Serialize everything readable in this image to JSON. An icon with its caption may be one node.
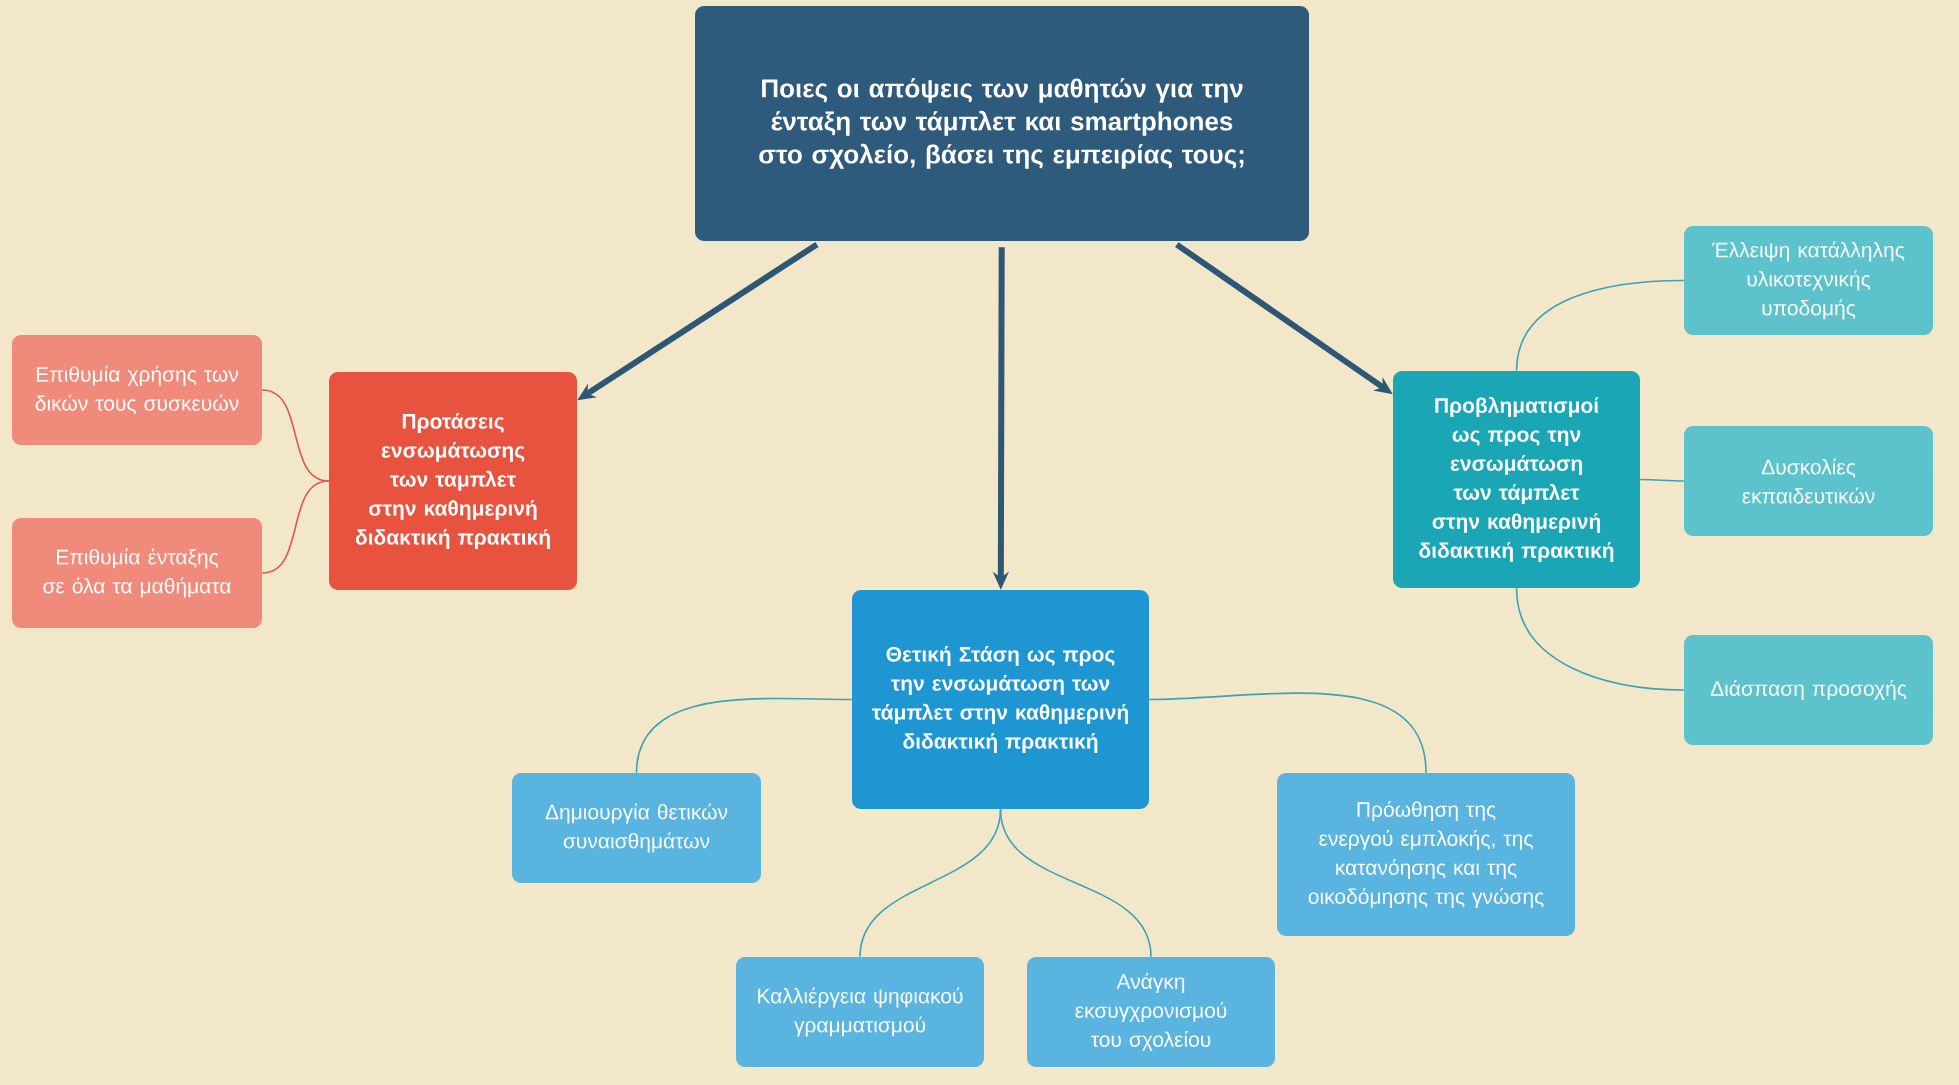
{
  "diagram": {
    "nodes": [
      {
        "text": [
          "Ποιες οι απόψεις των μαθητών για την ένταξη των τάμπλετ και smartphones στο σχολείο, βάσει της εμπειρίας τους;"
        ]
      },
      {
        "text": [
          "Προτάσεις ενσωμάτωσης των ταμπλετ στην καθημερινή διδακτική πρακτική"
        ]
      },
      {
        "text": [
          "Επιθυμία χρήσης των δικών τους συσκευών"
        ]
      },
      {
        "text": [
          "Επιθυμία ένταξης σε όλα τα  μαθήματα"
        ]
      },
      {
        "text": [
          "Θετική Στάση ως προς την ενσωμάτωση των τάμπλετ στην καθημερινή διδακτική πρακτική"
        ]
      },
      {
        "text": [
          "Δημιουργία θετικών συναισθημάτων"
        ]
      },
      {
        "text": [
          "Καλλιέργεια ψηφιακού γραμματισμού"
        ]
      },
      {
        "text": [
          "Ανάγκη εκσυγχρονισμού του σχολείου"
        ]
      },
      {
        "text": [
          "Πρόωθηση της ενεργού εμπλοκής, της κατανόησης και της οικοδόμησης της γνώσης"
        ]
      },
      {
        "text": [
          "Προβληματισμοί ως προς την ενσωμάτωση των τάμπλετ στην καθημερινή διδακτική πρακτική"
        ]
      },
      {
        "text": [
          "Έλλειψη κατάλληλης υλικοτεχνικής υποδομής"
        ]
      },
      {
        "text": [
          "Δυσκολίες εκπαιδευτικών"
        ]
      },
      {
        "text": [
          "Διάσπαση προσοχής"
        ]
      }
    ],
    "edges": [
      {
        "from": 0,
        "to": 1,
        "arrow": "to",
        "style": "thick",
        "color": "#2e5776"
      },
      {
        "from": 0,
        "to": 4,
        "arrow": "to",
        "style": "thick",
        "color": "#2e5776"
      },
      {
        "from": 0,
        "to": 9,
        "arrow": "to",
        "style": "thick",
        "color": "#2e5776"
      },
      {
        "from": 1,
        "to": 2,
        "arrow": "none",
        "color": "#e0584a"
      },
      {
        "from": 1,
        "to": 3,
        "arrow": "none",
        "color": "#e0584a"
      },
      {
        "from": 4,
        "to": 5,
        "arrow": "none"
      },
      {
        "from": 4,
        "to": 6,
        "arrow": "none"
      },
      {
        "from": 4,
        "to": 7,
        "arrow": "none"
      },
      {
        "from": 4,
        "to": 8,
        "arrow": "none"
      },
      {
        "from": 9,
        "to": 10,
        "arrow": "none"
      },
      {
        "from": 9,
        "to": 11,
        "arrow": "none"
      },
      {
        "from": 9,
        "to": 12,
        "arrow": "none"
      }
    ]
  }
}
